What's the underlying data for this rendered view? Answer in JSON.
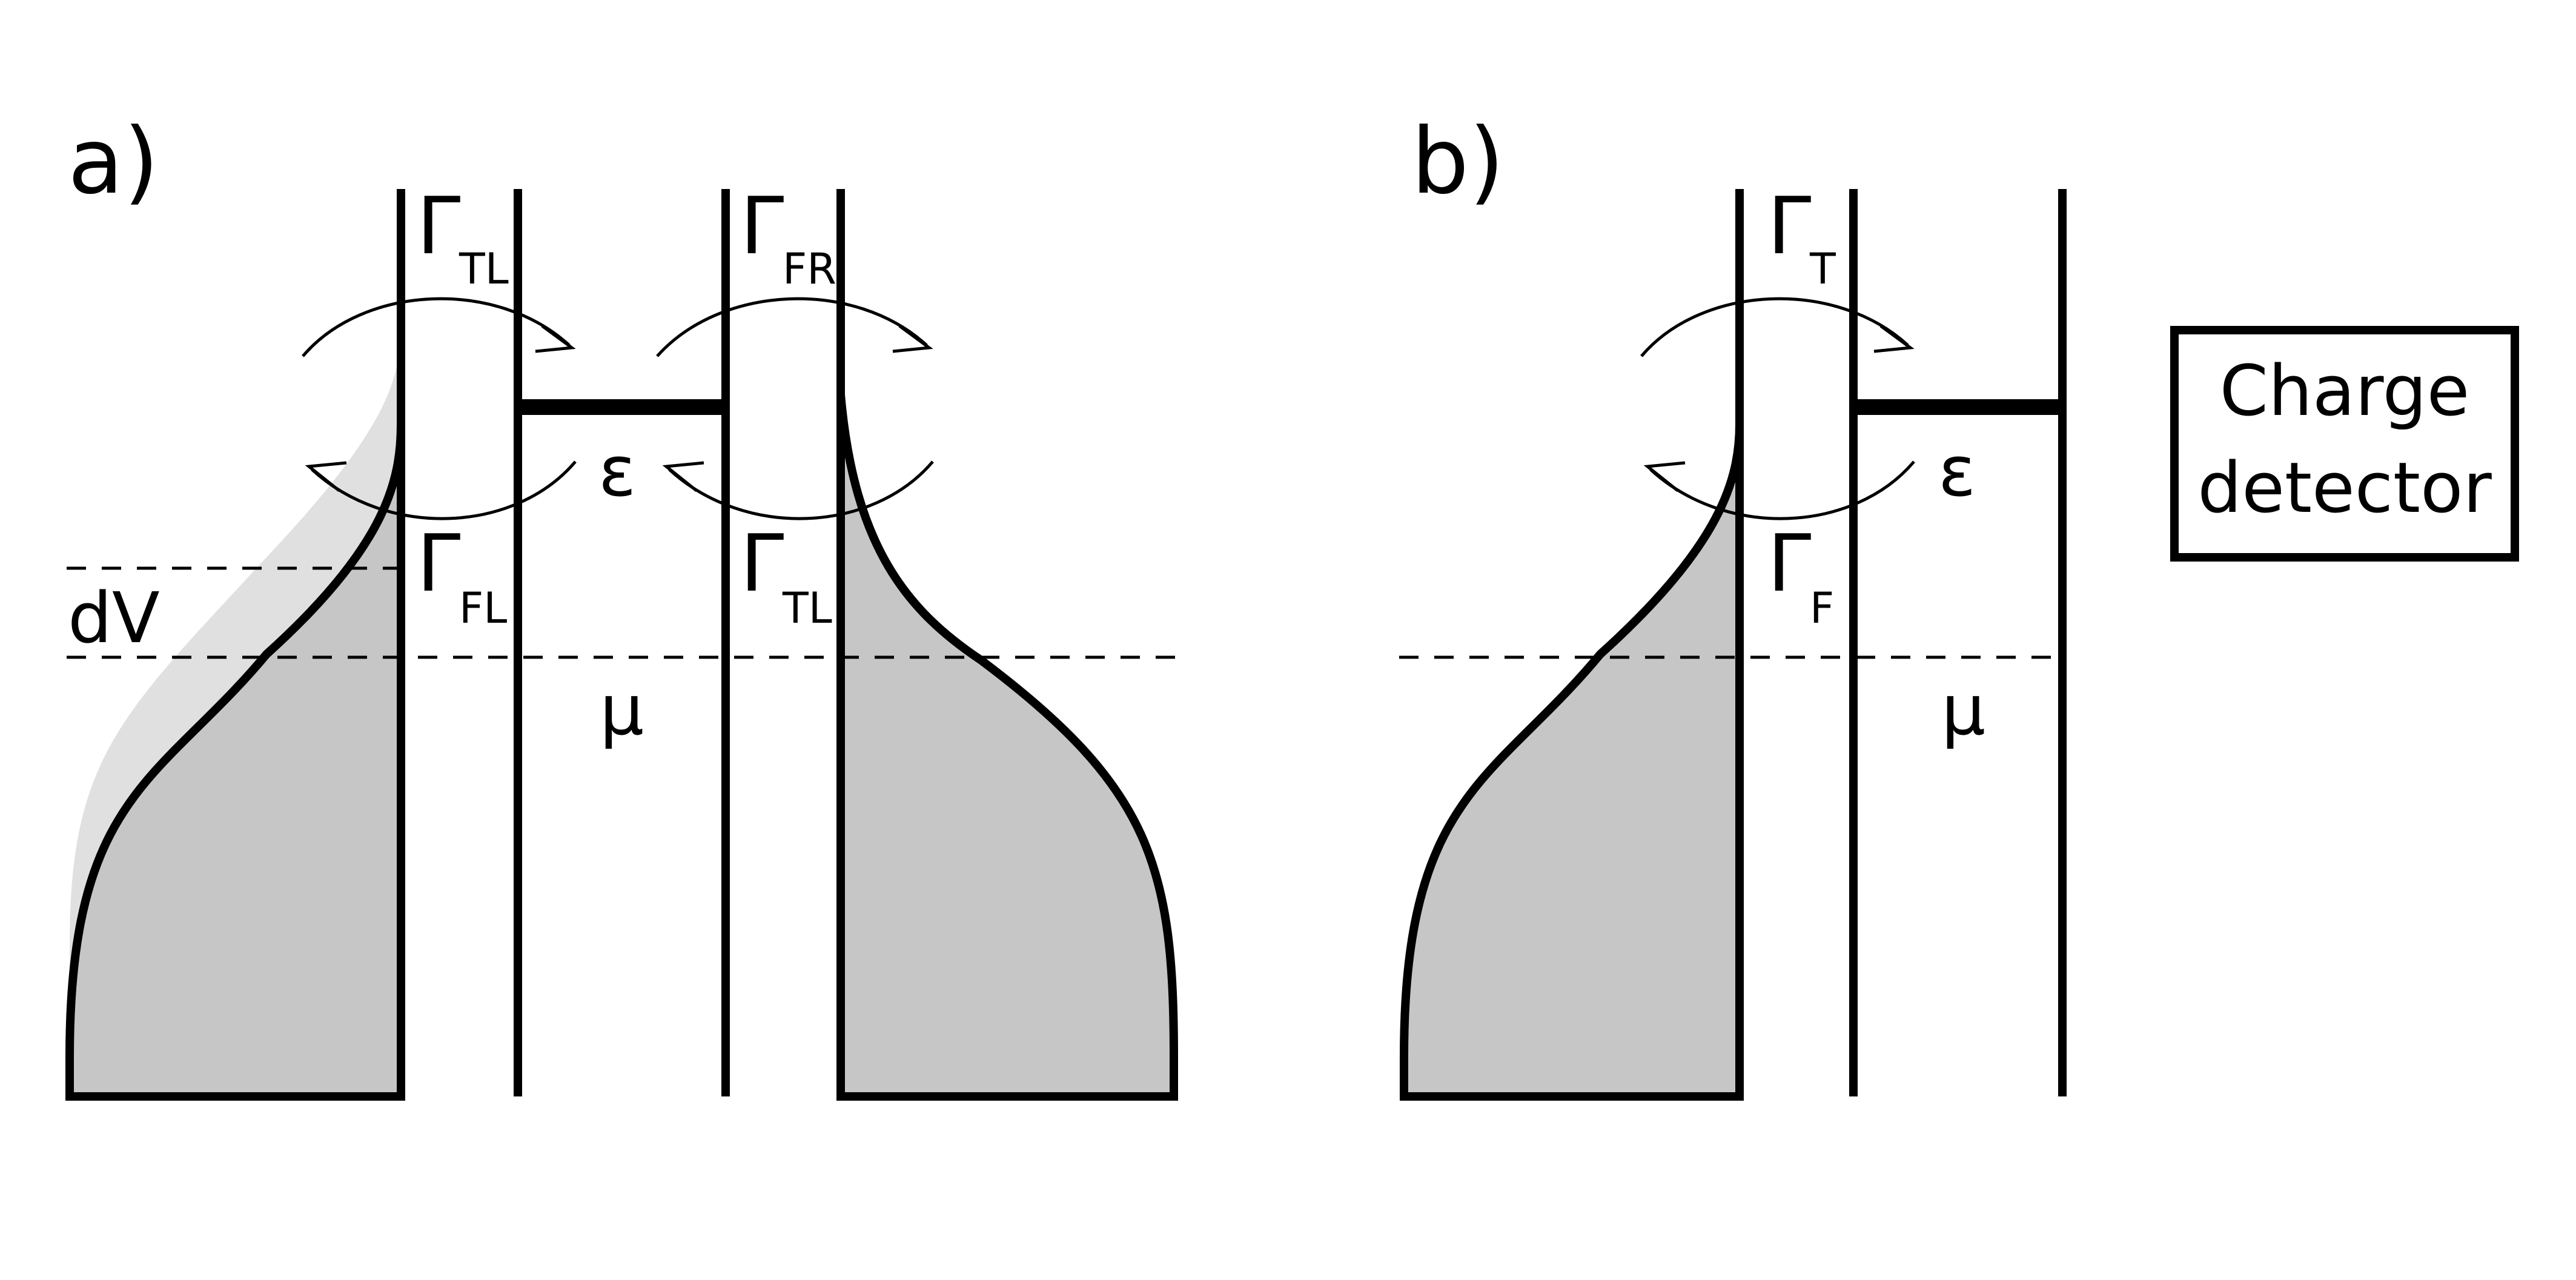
{
  "panels": {
    "a": {
      "label": "a)",
      "rates": {
        "tunnel_left_top": {
          "symbol": "Γ",
          "sub": "TL"
        },
        "tunnel_right_top": {
          "symbol": "Γ",
          "sub": "FR"
        },
        "tunnel_left_bottom": {
          "symbol": "Γ",
          "sub": "FL"
        },
        "tunnel_right_bottom": {
          "symbol": "Γ",
          "sub": "TL"
        }
      },
      "level_label": "ε",
      "chem_potential_label": "μ",
      "bias_label": "dV"
    },
    "b": {
      "label": "b)",
      "rates": {
        "tunnel_top": {
          "symbol": "Γ",
          "sub": "T"
        },
        "tunnel_bottom": {
          "symbol": "Γ",
          "sub": "F"
        }
      },
      "level_label": "ε",
      "chem_potential_label": "μ"
    }
  },
  "detector": {
    "line1": "Charge",
    "line2": "detector"
  },
  "colors": {
    "reservoir_fill": "#c6c6c6",
    "shifted_reservoir_fill": "#e0e0e0",
    "line": "#000000"
  }
}
